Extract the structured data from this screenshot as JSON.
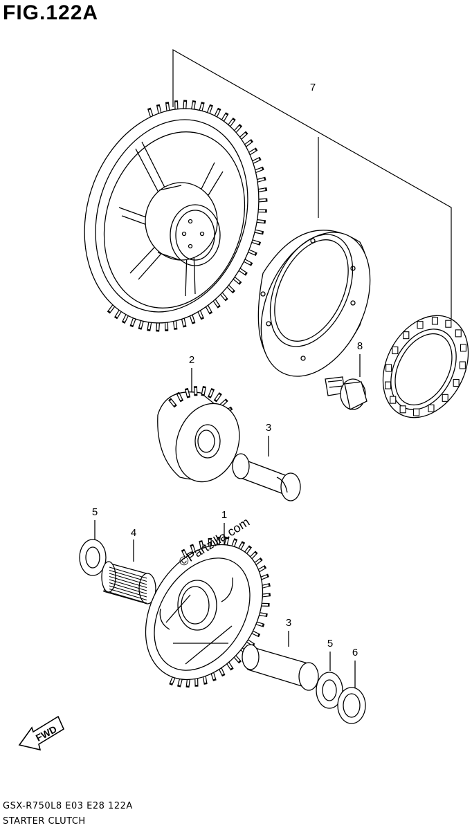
{
  "figure": {
    "title": "FIG.122A",
    "footer_code": "GSX-R750L8  E03  E28  122A",
    "footer_name": "STARTER CLUTCH",
    "watermark": "©Partzilla.com"
  },
  "callouts": [
    {
      "id": "part-7",
      "label": "7"
    },
    {
      "id": "part-8",
      "label": "8"
    },
    {
      "id": "part-2",
      "label": "2"
    },
    {
      "id": "part-3a",
      "label": "3"
    },
    {
      "id": "part-5a",
      "label": "5"
    },
    {
      "id": "part-4",
      "label": "4"
    },
    {
      "id": "part-1",
      "label": "1"
    },
    {
      "id": "part-3b",
      "label": "3"
    },
    {
      "id": "part-5b",
      "label": "5"
    },
    {
      "id": "part-6",
      "label": "6"
    }
  ],
  "direction_arrow": {
    "label": "FWD",
    "icon": "fwd-arrow-icon"
  }
}
